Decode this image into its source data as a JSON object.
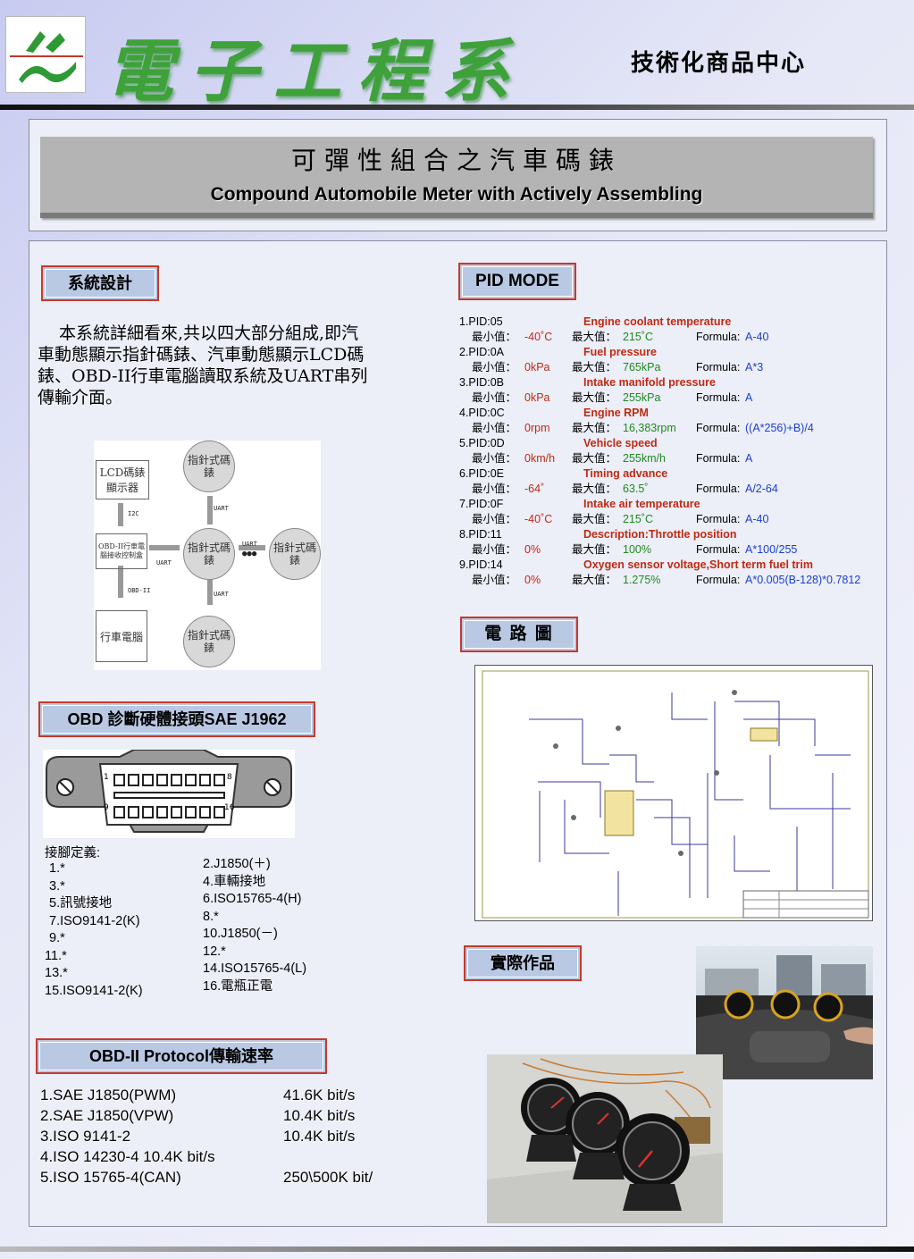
{
  "header": {
    "dept_name": "電子工程系",
    "center_name": "技術化商品中心"
  },
  "title": {
    "zh": "可彈性組合之汽車碼錶",
    "en": "Compound Automobile Meter with Actively Assembling"
  },
  "system_design": {
    "label": "系統設計",
    "description": "本系統詳細看來,共以四大部分組成,即汽車動態顯示指針碼錶、汽車動態顯示LCD碼錶、OBD-II行車電腦讀取系統及UART串列傳輸介面。",
    "diagram": {
      "lcd_box": "LCD碼錶顯示器",
      "obd_box": "OBD-II行車電腦接收控制盒",
      "car_box": "行車電腦",
      "gauge": "指針式碼錶",
      "i2c": "I2C",
      "uart": "UART",
      "obd2": "OBD-II",
      "dots": "●●●"
    }
  },
  "obd_connector": {
    "label": "OBD 診斷硬體接頭SAE J1962",
    "pin_numbers": [
      "1",
      "8",
      "9",
      "16"
    ],
    "pin_header": "接腳定義:",
    "pins_odd": [
      "1.*",
      "3.*",
      "5.訊號接地",
      "7.ISO9141-2(K)",
      "9.*",
      "11.*",
      "13.*",
      "15.ISO9141-2(K)"
    ],
    "pins_even": [
      "2.J1850(＋)",
      "4.車輛接地",
      "6.ISO15765-4(H)",
      "8.*",
      "10.J1850(－)",
      "12.*",
      "14.ISO15765-4(L)",
      "16.電瓶正電"
    ]
  },
  "protocol": {
    "label": "OBD-II Protocol傳輸速率",
    "names": [
      "1.SAE J1850(PWM)",
      "2.SAE J1850(VPW)",
      "3.ISO 9141-2",
      "4.ISO 14230-4  10.4K bit/s",
      "5.ISO 15765-4(CAN)"
    ],
    "rates": [
      "41.6K bit/s",
      "10.4K bit/s",
      "10.4K bit/s",
      "",
      "250\\500K bit/"
    ]
  },
  "pid_mode": {
    "label": "PID MODE",
    "min_label": "最小值：",
    "max_label": "最大值：",
    "formula_label": "Formula:",
    "items": [
      {
        "id": "1.PID:05",
        "name": "Engine coolant temperature",
        "min": "-40˚C",
        "max": "215˚C",
        "formula": "A-40"
      },
      {
        "id": "2.PID:0A",
        "name": "Fuel pressure",
        "min": "0kPa",
        "max": "765kPa",
        "formula": "A*3"
      },
      {
        "id": "3.PID:0B",
        "name": "Intake manifold pressure",
        "min": "0kPa",
        "max": "255kPa",
        "formula": "A"
      },
      {
        "id": "4.PID:0C",
        "name": "Engine RPM",
        "min": "0rpm",
        "max": "16,383rpm",
        "formula": "((A*256)+B)/4"
      },
      {
        "id": "5.PID:0D",
        "name": "Vehicle speed",
        "min": "0km/h",
        "max": "255km/h",
        "formula": "A"
      },
      {
        "id": "6.PID:0E",
        "name": "Timing advance",
        "min": "-64˚",
        "max": "63.5˚",
        "formula": "A/2-64"
      },
      {
        "id": "7.PID:0F",
        "name": "Intake air temperature",
        "min": "-40˚C",
        "max": "215˚C",
        "formula": "A-40"
      },
      {
        "id": "8.PID:11",
        "name": "Description:Throttle position",
        "min": "0%",
        "max": "100%",
        "formula": "A*100/255"
      },
      {
        "id": "9.PID:14",
        "name": "Oxygen sensor voltage,Short term fuel trim",
        "min": "0%",
        "max": "1.275%",
        "formula": "A*0.005(B-128)*0.7812"
      }
    ]
  },
  "circuit": {
    "label": "電 路 圖"
  },
  "product": {
    "label": "實際作品"
  },
  "colors": {
    "accent_red": "#c02a12",
    "value_green": "#1f8a1f",
    "formula_blue": "#1a3fd0",
    "label_bg": "#b9c9e4",
    "dept_green": "#3ea13a"
  }
}
